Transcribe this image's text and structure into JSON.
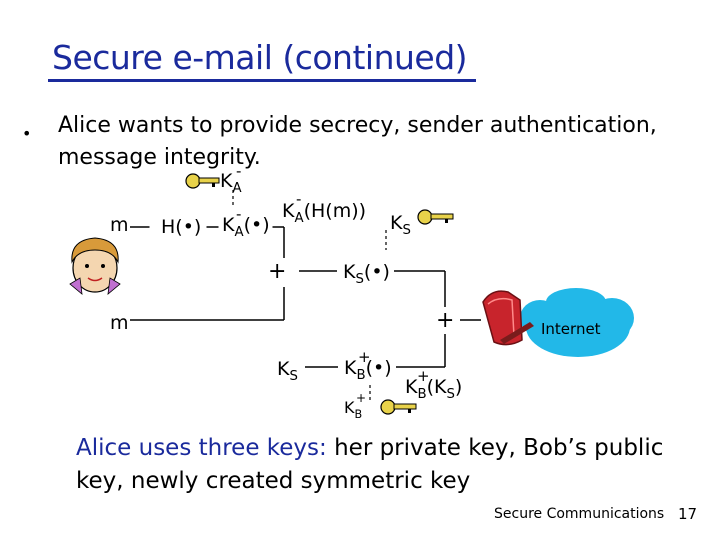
{
  "title": "Secure e-mail (continued)",
  "bullet": "Alice wants to provide secrecy, sender authentication, message integrity.",
  "diagram": {
    "m_input": "m",
    "m_lower": "m",
    "hash_box": "H(•)",
    "sign_box": "K",
    "sign_box_sub": "A",
    "sign_box_arg": "(•)",
    "private_key": "K",
    "private_key_sub": "A",
    "signed_hash": "K",
    "signed_hash_sub": "A",
    "signed_hash_arg": "(H(m))",
    "session_key": "K",
    "session_key_sub": "S",
    "sym_encrypt": "K",
    "sym_encrypt_sub": "S",
    "sym_encrypt_arg": "(•)",
    "plus_1": "+",
    "plus_2": "+",
    "ks_lower": "K",
    "ks_lower_sub": "S",
    "pub_encrypt": "K",
    "pub_encrypt_sub": "B",
    "pub_encrypt_arg": "(•)",
    "pub_key": "K",
    "pub_key_sub": "B",
    "pub_result": "K",
    "pub_result_sub": "B",
    "pub_result_arg": "(K",
    "pub_result_arg_sub": "S",
    "pub_result_close": ")",
    "internet": "Internet"
  },
  "bottom": {
    "blue": "Alice uses three keys:",
    "rest": " her private key, Bob’s public key, newly created symmetric key"
  },
  "footer": "Secure Communications",
  "page_number": "17",
  "colors": {
    "title": "#1a2a9c",
    "cloud": "#22b8e8",
    "key": "#e8d24a",
    "firewall": "#c8242c"
  }
}
